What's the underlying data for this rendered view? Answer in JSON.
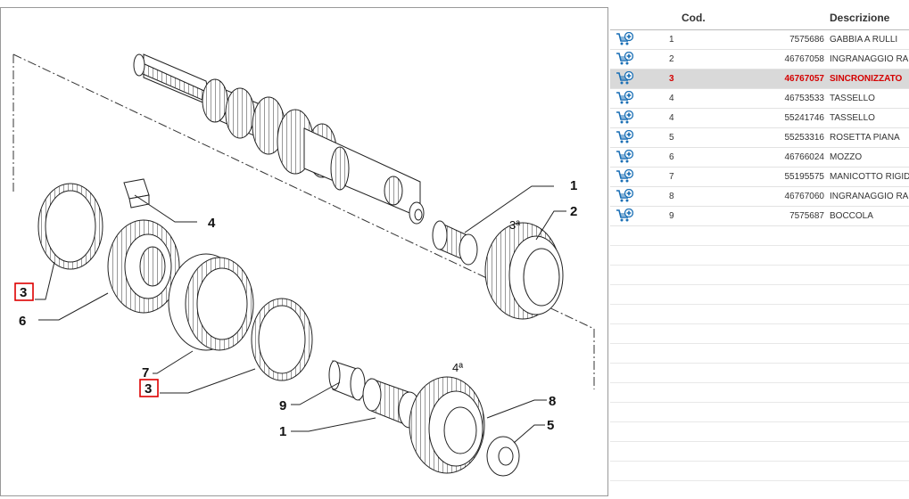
{
  "diagram": {
    "labels": {
      "l1a": "1",
      "l2": "2",
      "l3a_sup": "3ª",
      "l4": "4",
      "l3_left": "3",
      "l6": "6",
      "l7": "7",
      "l3_mid": "3",
      "l9": "9",
      "l1b": "1",
      "l4a_sup": "4ª",
      "l8": "8",
      "l5": "5"
    }
  },
  "parts_table": {
    "headers": {
      "code": "Cod.",
      "description": "Descrizione"
    },
    "rows": [
      {
        "pos": "1",
        "code": "7575686",
        "desc": "GABBIA A RULLI",
        "selected": false
      },
      {
        "pos": "2",
        "code": "46767058",
        "desc": "INGRANAGGIO RA",
        "selected": false
      },
      {
        "pos": "3",
        "code": "46767057",
        "desc": "SINCRONIZZATO",
        "selected": true
      },
      {
        "pos": "4",
        "code": "46753533",
        "desc": "TASSELLO",
        "selected": false
      },
      {
        "pos": "4",
        "code": "55241746",
        "desc": "TASSELLO",
        "selected": false
      },
      {
        "pos": "5",
        "code": "55253316",
        "desc": "ROSETTA PIANA",
        "selected": false
      },
      {
        "pos": "6",
        "code": "46766024",
        "desc": "MOZZO",
        "selected": false
      },
      {
        "pos": "7",
        "code": "55195575",
        "desc": "MANICOTTO RIGID",
        "selected": false
      },
      {
        "pos": "8",
        "code": "46767060",
        "desc": "INGRANAGGIO RA",
        "selected": false
      },
      {
        "pos": "9",
        "code": "7575687",
        "desc": "BOCCOLA",
        "selected": false
      }
    ],
    "empty_rows": 14,
    "icon": "add-to-cart-icon",
    "colors": {
      "selected_text": "#d40000",
      "selected_bg": "#d9d9d9",
      "cart_icon": "#1a6fb5"
    }
  }
}
